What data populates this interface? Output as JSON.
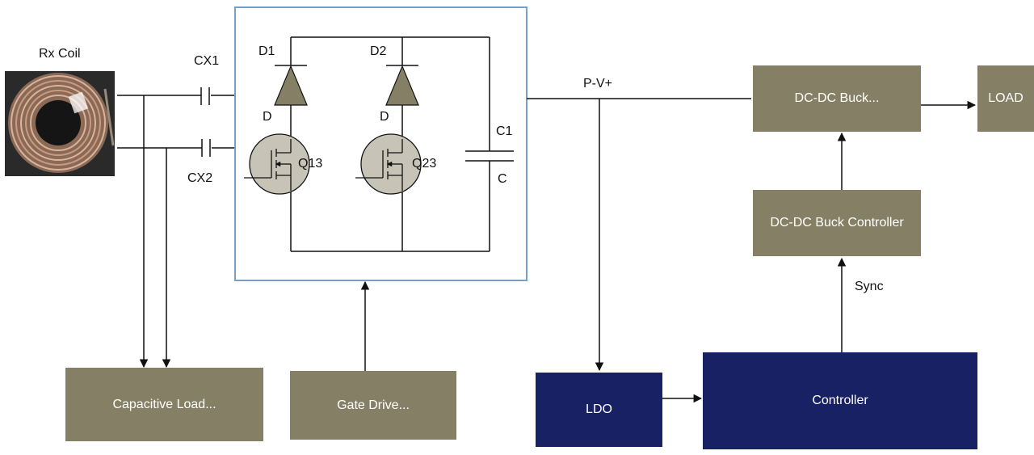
{
  "colors": {
    "olive_block": "#858065",
    "navy_block": "#172163",
    "rectifier_border": "#7a9fc6",
    "wire": "#111111",
    "mosfet_fill": "#c7c3b6"
  },
  "coil": {
    "label": "Rx Coil",
    "picture": "coil-photo"
  },
  "capacitors": {
    "cx1": "CX1",
    "cx2": "CX2",
    "c1": "C1",
    "c1_terminal": "C"
  },
  "rectifier": {
    "d1": "D1",
    "d1_terminal": "D",
    "q13": "Q13",
    "d2": "D2",
    "d2_terminal": "D",
    "q23": "Q23"
  },
  "rail_label": "P-V+",
  "sync_label": "Sync",
  "blocks": {
    "dcdc_buck": "DC-DC Buck...",
    "load": "LOAD",
    "dcdc_controller": "DC-DC Buck Controller",
    "capacitive_load": "Capacitive Load...",
    "gate_drive": "Gate Drive...",
    "ldo": "LDO",
    "controller": "Controller"
  }
}
